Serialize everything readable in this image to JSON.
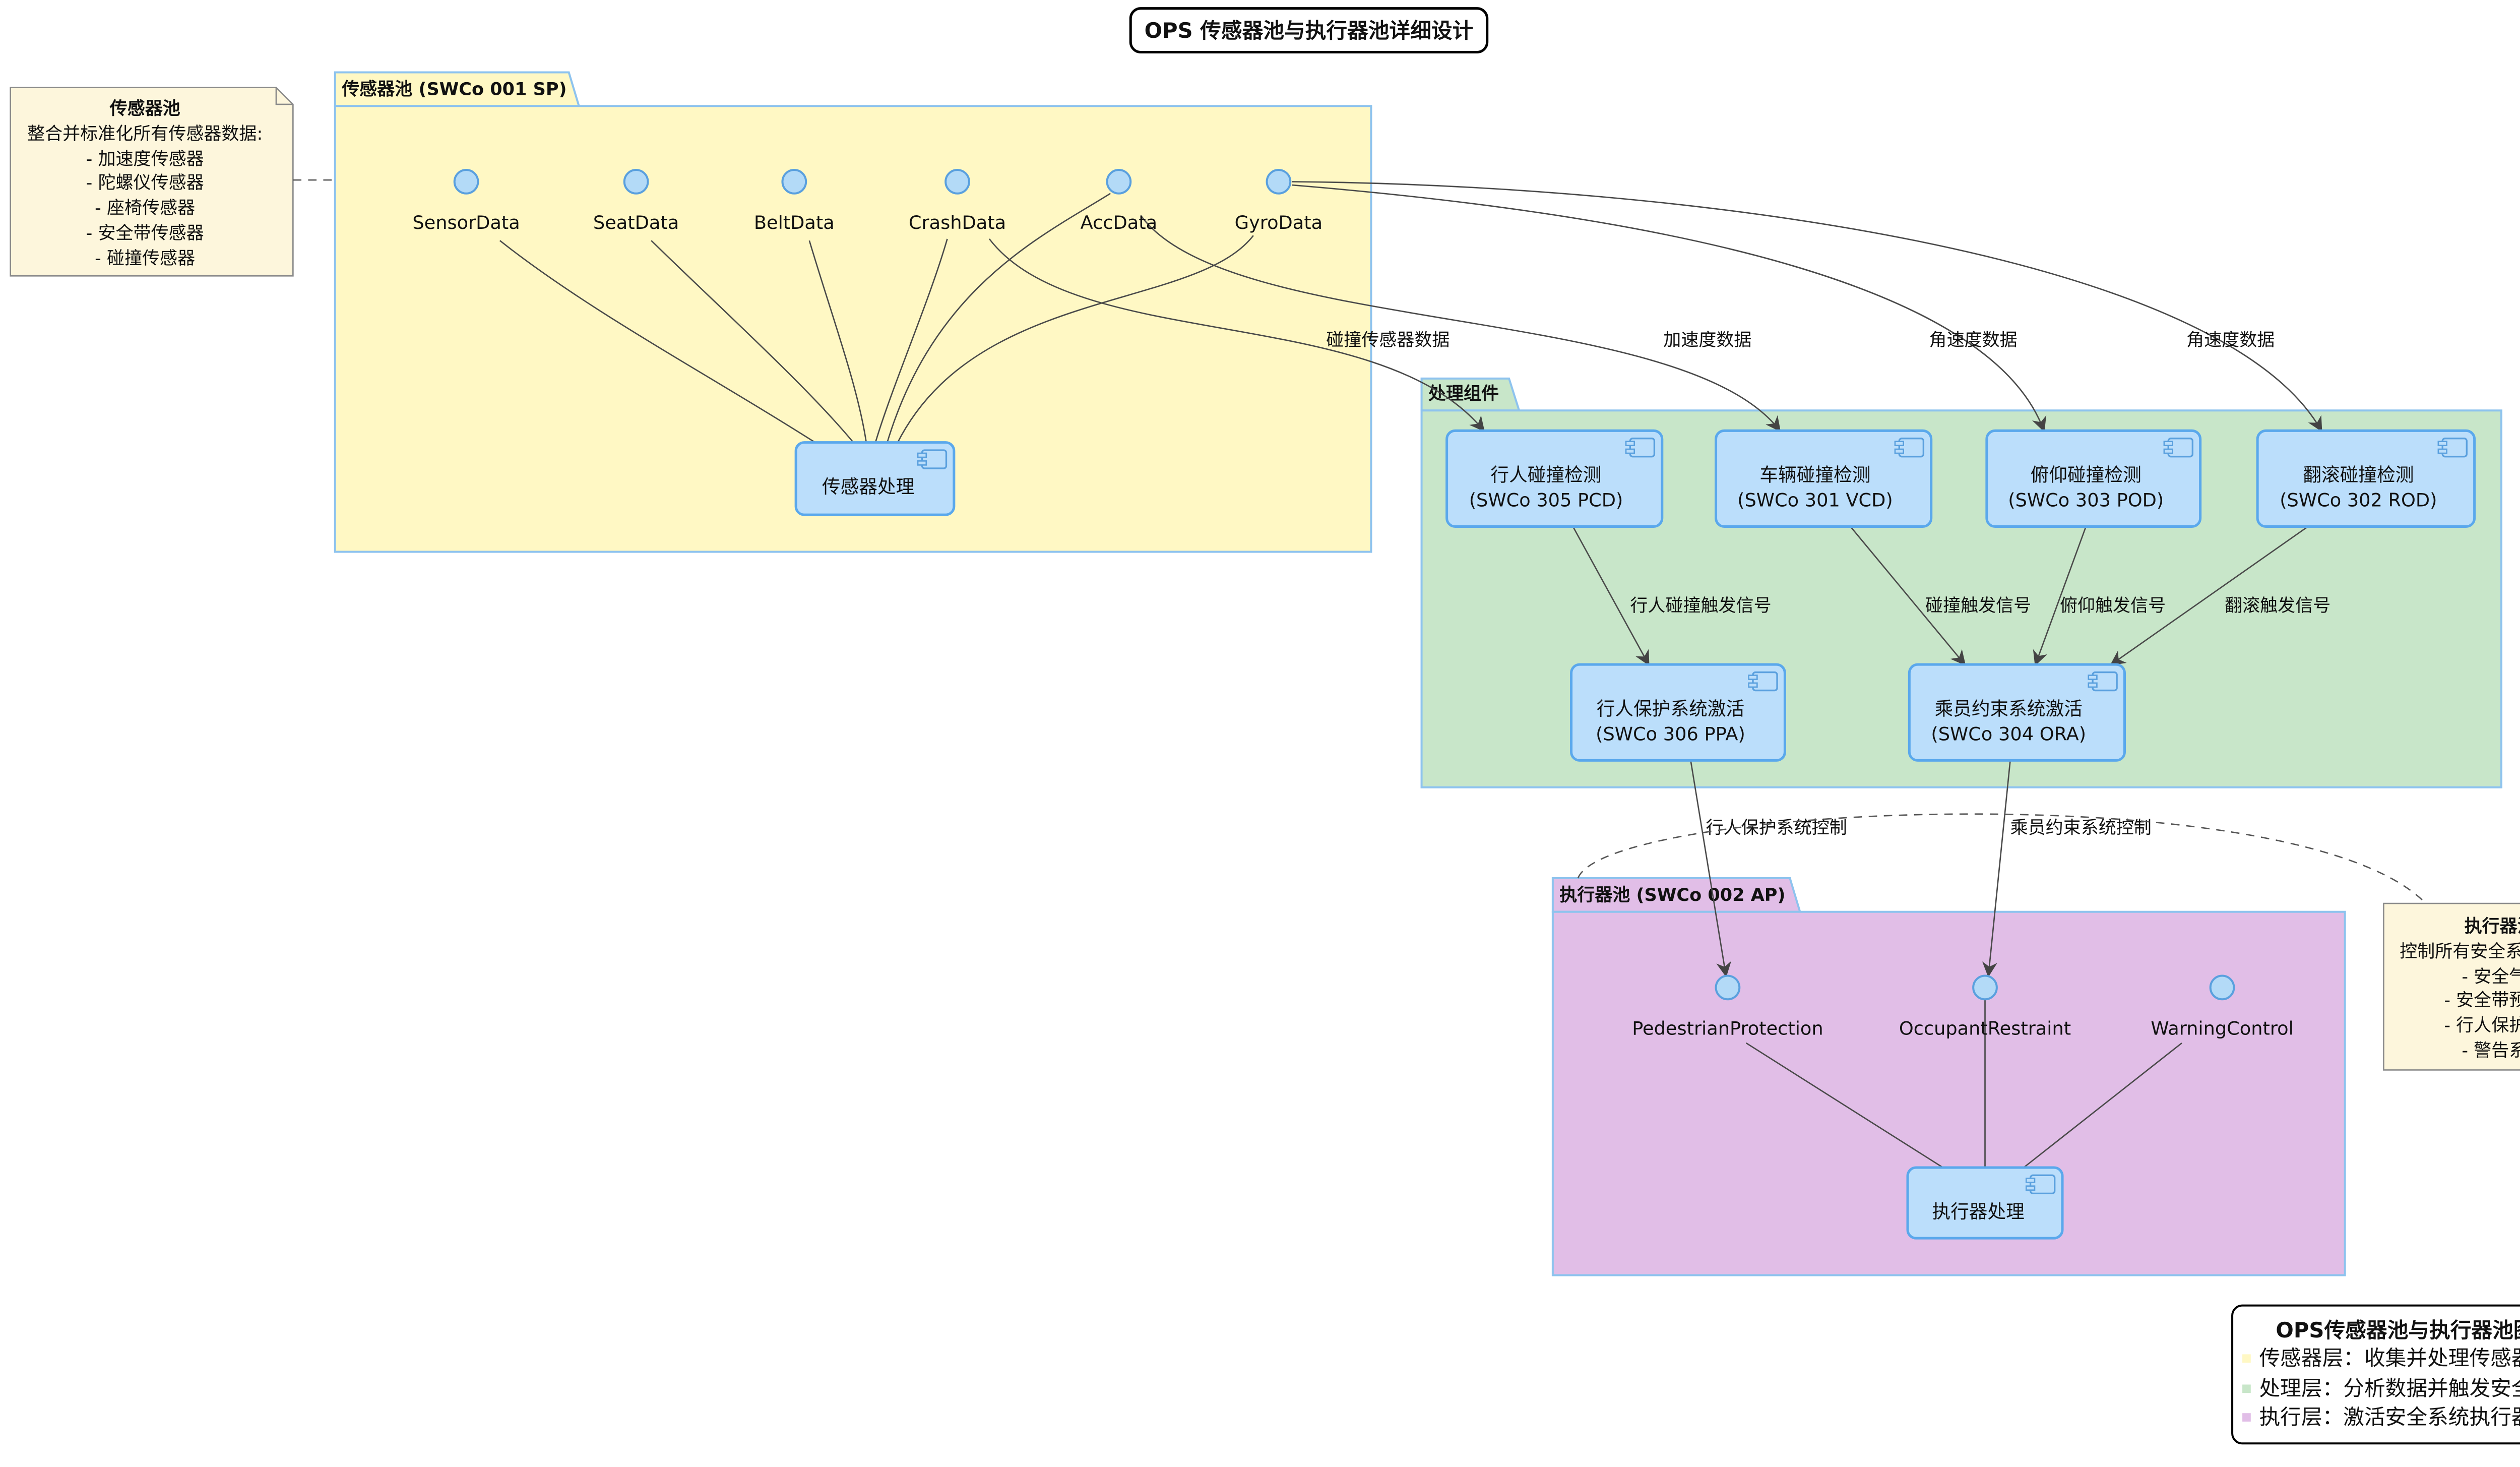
{
  "title": "OPS 传感器池与执行器池详细设计",
  "colors": {
    "sensor_pool": "#FFF8C4",
    "processing": "#C8E6C9",
    "actuator_pool": "#E1BEE7",
    "component": "#BBDEFB",
    "interface": "#B3DAF7",
    "note": "#FDF6DC"
  },
  "sensor_note": {
    "heading": "传感器池",
    "lines": [
      "整合并标准化所有传感器数据:",
      "- 加速度传感器",
      "- 陀螺仪传感器",
      "- 座椅传感器",
      "- 安全带传感器",
      "- 碰撞传感器"
    ]
  },
  "sensor_pool": {
    "label": "传感器池 (SWCo 001 SP)",
    "interfaces": [
      "SensorData",
      "SeatData",
      "BeltData",
      "CrashData",
      "AccData",
      "GyroData"
    ],
    "component": "传感器处理"
  },
  "processing": {
    "label": "处理组件",
    "detectors": [
      {
        "name": "行人碰撞检测",
        "code": "(SWCo 305 PCD)"
      },
      {
        "name": "车辆碰撞检测",
        "code": "(SWCo 301 VCD)"
      },
      {
        "name": "俯仰碰撞检测",
        "code": "(SWCo 303 POD)"
      },
      {
        "name": "翻滚碰撞检测",
        "code": "(SWCo 302 ROD)"
      }
    ],
    "activators": [
      {
        "name": "行人保护系统激活",
        "code": "(SWCo 306 PPA)"
      },
      {
        "name": "乘员约束系统激活",
        "code": "(SWCo 304 ORA)"
      }
    ]
  },
  "flows": {
    "crash_to_pcd": "碰撞传感器数据",
    "acc_to_vcd": "加速度数据",
    "gyro_to_pod": "角速度数据",
    "gyro_to_rod": "角速度数据",
    "pcd_to_ppa": "行人碰撞触发信号",
    "vcd_to_ora": "碰撞触发信号",
    "pod_to_ora": "俯仰触发信号",
    "rod_to_ora": "翻滚触发信号",
    "ppa_to_ped": "行人保护系统控制",
    "ora_to_occ": "乘员约束系统控制"
  },
  "actuator_pool": {
    "label": "执行器池 (SWCo 002 AP)",
    "interfaces": [
      "PedestrianProtection",
      "OccupantRestraint",
      "WarningControl"
    ],
    "component": "执行器处理"
  },
  "actuator_note": {
    "heading": "执行器池",
    "lines": [
      "控制所有安全系统执行器:",
      "- 安全气囊",
      "- 安全带预紧器",
      "- 行人保护系统",
      "- 警告系统"
    ]
  },
  "legend": {
    "title": "OPS传感器池与执行器池图例",
    "items": [
      "传感器层：收集并处理传感器数据",
      "处理层：分析数据并触发安全系统",
      "执行层：激活安全系统执行器"
    ]
  }
}
